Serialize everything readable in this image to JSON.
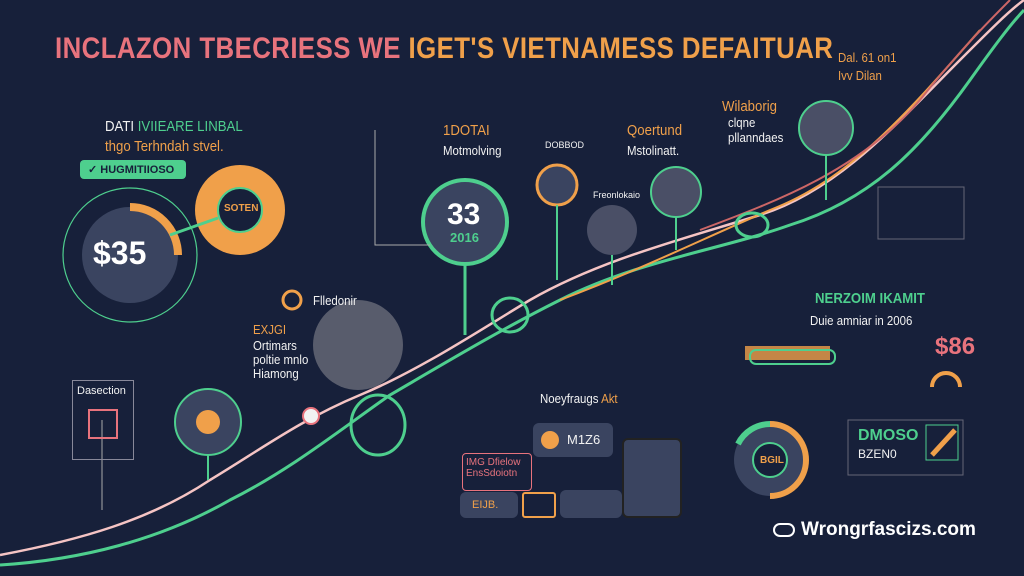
{
  "title": {
    "part1": "INCLAZON TBECRIESS WE",
    "part2": "IGET'S VIETNAMESS DEFAITUAR"
  },
  "top_right": {
    "line1": "Dal. 61 on1",
    "line2": "Ivv Dilan"
  },
  "left_panel": {
    "heading_a": "DATI",
    "heading_b": "IVIIEARE LINBAL",
    "subheading": "thgo Terhndah stvel.",
    "pill_label": "HUGMITIIOSO",
    "check_icon": "✓",
    "big_value": "$35",
    "donut_label": "SOTEN"
  },
  "mid_labels": {
    "a_title": "1DOTAI",
    "a_sub": "Motmolving",
    "b_title": "DOBBOD",
    "c_title": "Qoertund",
    "c_sub": "Mstolinatt.",
    "d_title": "Wilaborig",
    "d_sub1": "clqne",
    "d_sub2": "pllanndaes",
    "e_title": "Freonlokaio"
  },
  "bulb": {
    "value": "33",
    "year": "2016"
  },
  "lower_left": {
    "icon_label": "Flledonir",
    "block_title": "EXJGI",
    "block_l1": "Ortimars",
    "block_l2": "poltie mnlo",
    "block_l3": "Hiamong",
    "box_label": "Dasection"
  },
  "lower_mid": {
    "caption_a": "Noeyfraugs",
    "caption_b": "Akt",
    "card_value": "M1Z6",
    "box_l1": "IMG Dfielow",
    "box_l2": "EnsSdoiotn",
    "bottom_value": "EIJB."
  },
  "right_panel": {
    "title": "NERZOIM IKAMIT",
    "subtitle": "Duie amniar in 2006",
    "price": "$86",
    "donut_label": "BGIL",
    "stat_value": "DMOSO",
    "stat_sub": "BZEN0"
  },
  "footer": {
    "site": "Wrongrfascizs.com"
  },
  "colors": {
    "bg": "#17203a",
    "pink": "#e8737d",
    "orange": "#f0a04a",
    "green": "#4ecf8e"
  }
}
